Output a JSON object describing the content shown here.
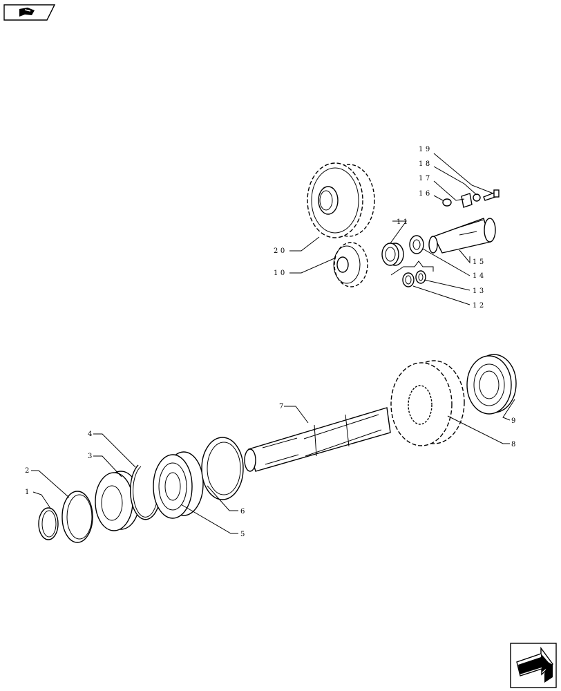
{
  "navigation": {
    "prev_icon": "book-arrow-icon",
    "next_icon": "page-forward-arrow-icon"
  },
  "callouts": [
    {
      "id": "1",
      "text": "1"
    },
    {
      "id": "2",
      "text": "2"
    },
    {
      "id": "3",
      "text": "3"
    },
    {
      "id": "4",
      "text": "4"
    },
    {
      "id": "5",
      "text": "5"
    },
    {
      "id": "6",
      "text": "6"
    },
    {
      "id": "7",
      "text": "7"
    },
    {
      "id": "8",
      "text": "8"
    },
    {
      "id": "9",
      "text": "9"
    },
    {
      "id": "10",
      "text": "10"
    },
    {
      "id": "11",
      "text": "11"
    },
    {
      "id": "12",
      "text": "12"
    },
    {
      "id": "13",
      "text": "13"
    },
    {
      "id": "14",
      "text": "14"
    },
    {
      "id": "15",
      "text": "15"
    },
    {
      "id": "16",
      "text": "16"
    },
    {
      "id": "17",
      "text": "17"
    },
    {
      "id": "18",
      "text": "18"
    },
    {
      "id": "19",
      "text": "19"
    },
    {
      "id": "20",
      "text": "20"
    }
  ]
}
